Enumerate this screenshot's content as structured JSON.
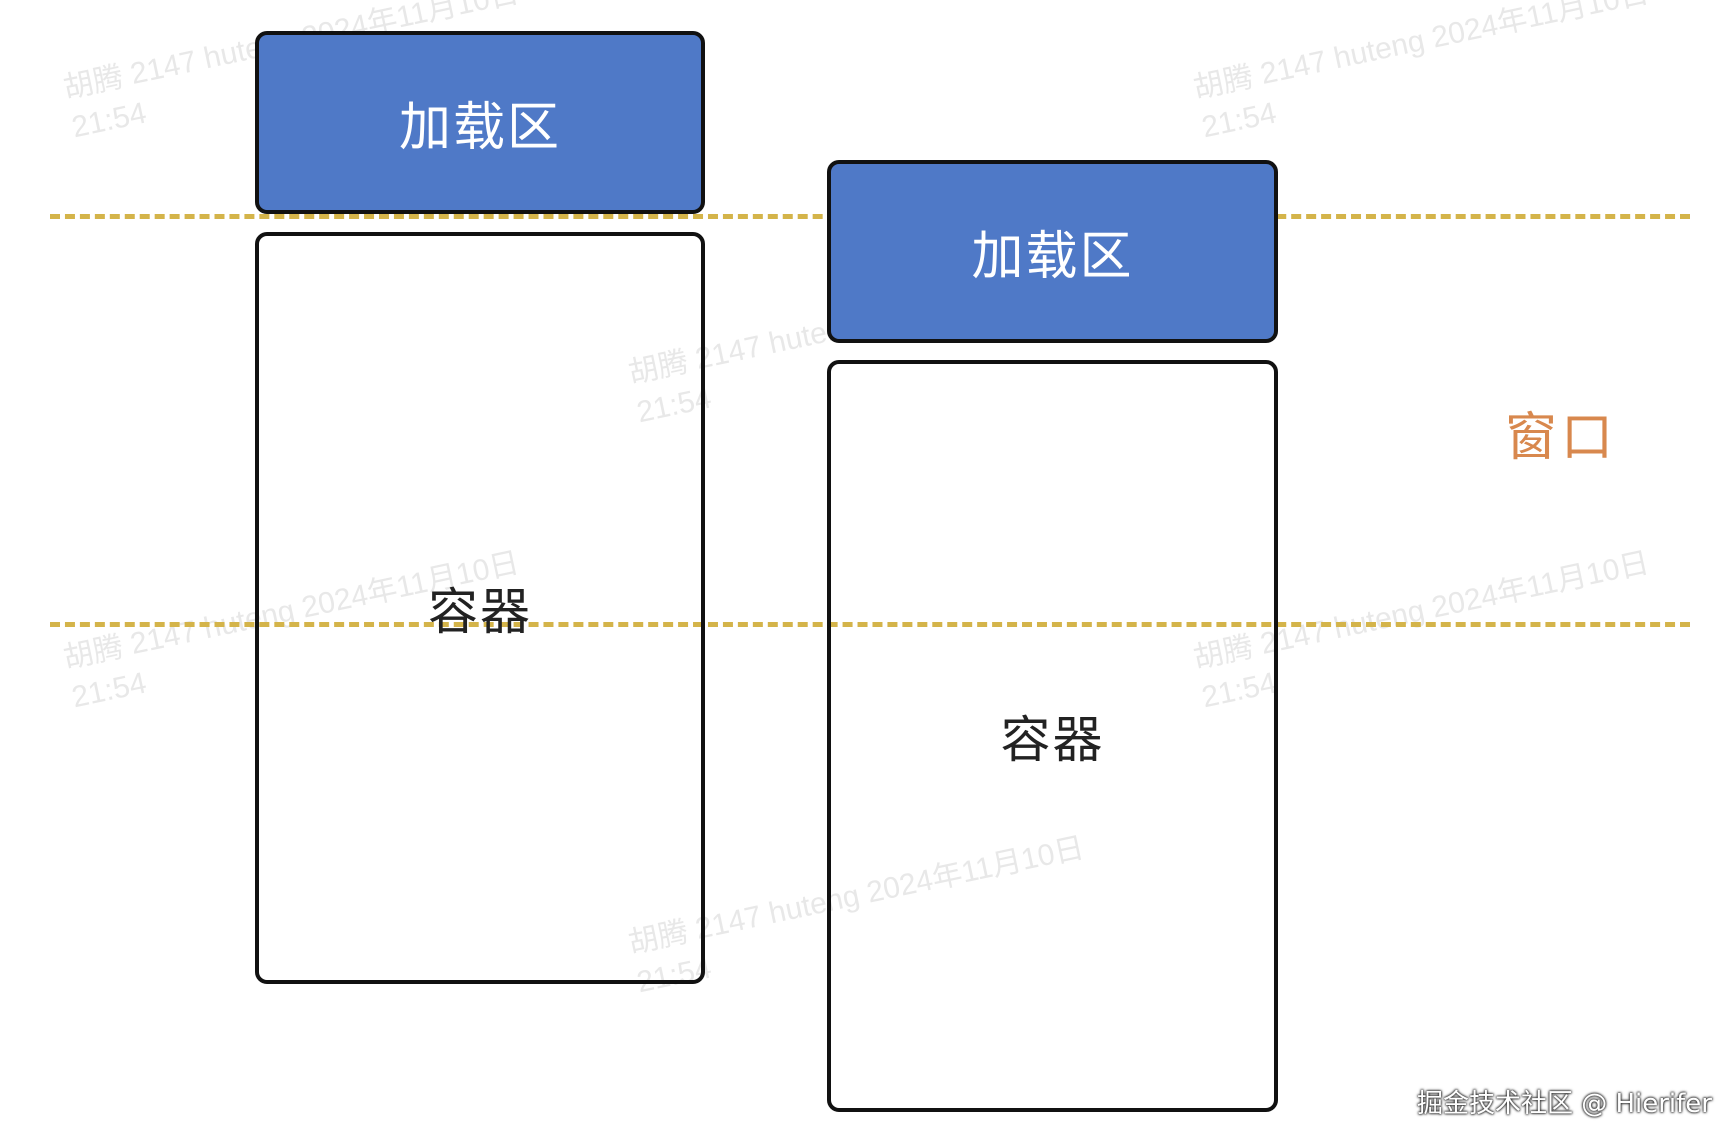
{
  "diagram": {
    "left_group": {
      "load_label": "加载区",
      "container_label": "容器"
    },
    "right_group": {
      "load_label": "加载区",
      "container_label": "容器"
    },
    "window_label": "窗口",
    "colors": {
      "load_fill": "#4f79c7",
      "window_label": "#d8884e",
      "dashed_line": "#d4b44a",
      "border": "#111111"
    }
  },
  "watermark": {
    "line1": "胡腾 2147 huteng 2024年11月10日",
    "line2": "21:54"
  },
  "footer": {
    "credit": "掘金技术社区 @ Hierifer"
  }
}
